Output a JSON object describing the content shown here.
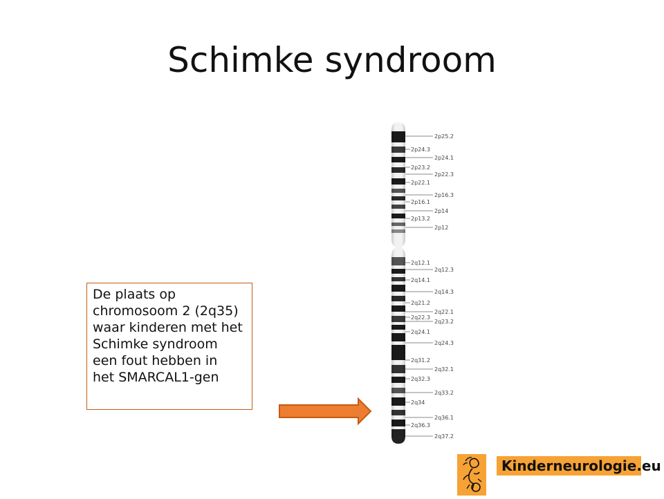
{
  "slide": {
    "title": "Schimke syndroom"
  },
  "callout": {
    "lines": [
      "De plaats op",
      "chromosoom 2  (2q35)",
      "waar kinderen met het",
      "Schimke syndroom",
      "een fout hebben in",
      "het SMARCAL1-gen"
    ]
  },
  "chromosome": {
    "left_labels": [
      "2p24.3",
      "2p23.2",
      "2p22.1",
      "2p16.1",
      "2p13.2",
      "2q12.1",
      "2q14.1",
      "2q21.2",
      "2q22.3",
      "2q24.1",
      "2q31.2",
      "2q32.3",
      "2q34",
      "2q36.3"
    ],
    "right_labels": [
      "2p25.2",
      "2p24.1",
      "2p22.3",
      "2p16.3",
      "2p14",
      "2p12",
      "2q12.3",
      "2q14.3",
      "2q22.1",
      "2q23.2",
      "2q24.3",
      "2q32.1",
      "2q33.2",
      "2q36.1",
      "2q37.2"
    ]
  },
  "logo": {
    "text": "Kinderneurologie.eu"
  },
  "colors": {
    "arrow_fill": "#ed7d31",
    "arrow_stroke": "#c55a11",
    "logo_bg": "#f7a234",
    "callout_border": "#c55a11"
  }
}
